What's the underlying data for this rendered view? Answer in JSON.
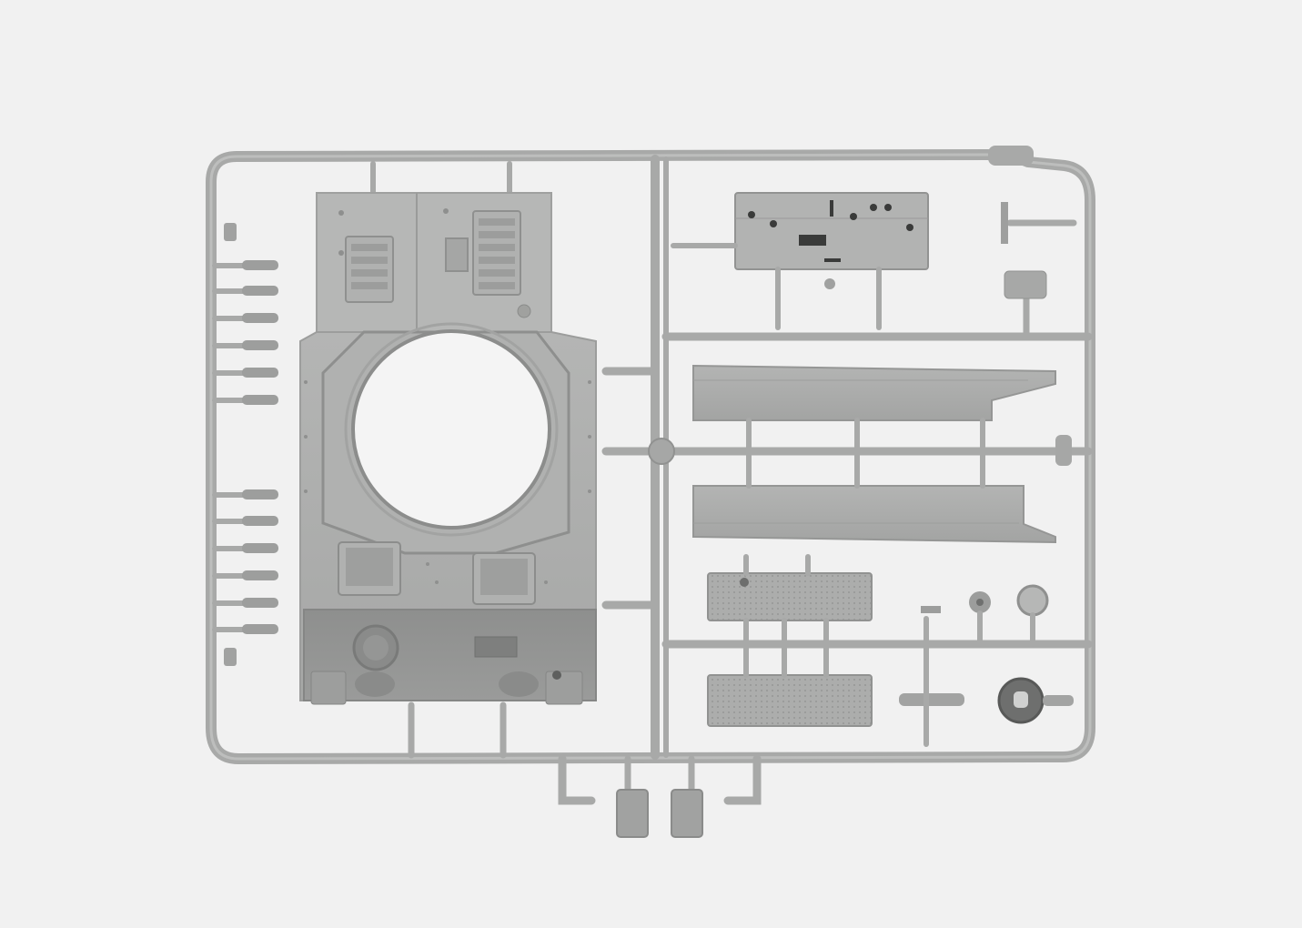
{
  "image": {
    "subject": "plastic-model-kit-sprue",
    "background_color": "#f1f1f1",
    "plastic_color": "#a9aaa9",
    "plastic_shadow": "#8f908f",
    "plastic_highlight": "#c2c3c2",
    "dark_detail": "#3a3b3a"
  },
  "parts": [
    {
      "name": "sprue-frame"
    },
    {
      "name": "upper-hull-part"
    },
    {
      "name": "engine-deck-part"
    },
    {
      "name": "rear-plate-part"
    },
    {
      "name": "small-hook-parts-left"
    },
    {
      "name": "top-plate-part"
    },
    {
      "name": "side-rail-part-1"
    },
    {
      "name": "side-rail-part-2"
    },
    {
      "name": "perforated-plate-part-1"
    },
    {
      "name": "perforated-plate-part-2"
    },
    {
      "name": "small-fittings"
    },
    {
      "name": "dome-part"
    },
    {
      "name": "tab-parts-bottom"
    }
  ]
}
